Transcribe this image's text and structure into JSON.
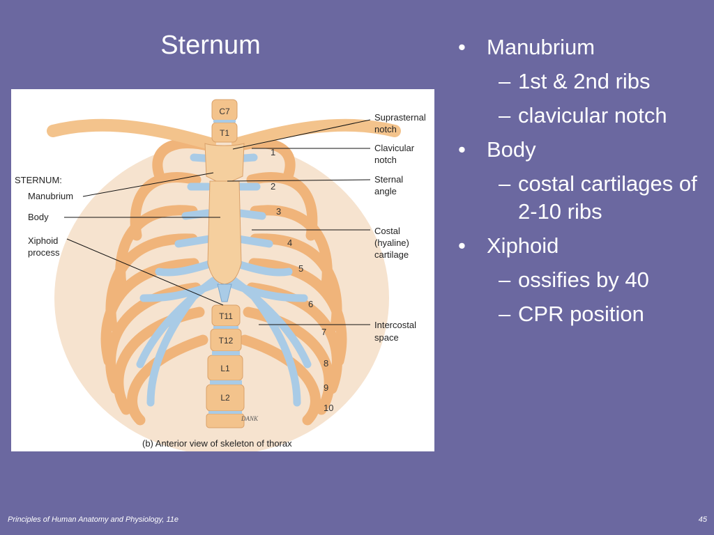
{
  "slide": {
    "title": "Sternum",
    "footer_left": "Principles of Human Anatomy and Physiology, 11e",
    "page_number": "45"
  },
  "bullets": [
    {
      "text": "Manubrium",
      "sub": [
        "1st & 2nd ribs",
        "clavicular notch"
      ]
    },
    {
      "text": "Body",
      "sub": [
        "costal cartilages of 2-10 ribs"
      ]
    },
    {
      "text": "Xiphoid",
      "sub": [
        "ossifies by 40",
        "CPR position"
      ]
    }
  ],
  "figure": {
    "caption": "(b) Anterior view of skeleton of thorax",
    "signature": "DANK",
    "left_labels": {
      "sternum": "STERNUM:",
      "manubrium": "Manubrium",
      "body": "Body",
      "xiphoid_1": "Xiphoid",
      "xiphoid_2": "process"
    },
    "right_labels": {
      "suprasternal_1": "Suprasternal",
      "suprasternal_2": "notch",
      "clavicular_1": "Clavicular",
      "clavicular_2": "notch",
      "sternal_1": "Sternal",
      "sternal_2": "angle",
      "costal_1": "Costal",
      "costal_2": "(hyaline)",
      "costal_3": "cartilage",
      "intercostal_1": "Intercostal",
      "intercostal_2": "space"
    },
    "vertebrae": [
      "C7",
      "T1",
      "T11",
      "T12",
      "L1",
      "L2"
    ],
    "rib_numbers": [
      "1",
      "2",
      "3",
      "4",
      "5",
      "6",
      "7",
      "8",
      "9",
      "10"
    ]
  },
  "colors": {
    "background": "#6b68a0",
    "bone": "#f3c38c",
    "cartilage": "#a9cbe6"
  }
}
